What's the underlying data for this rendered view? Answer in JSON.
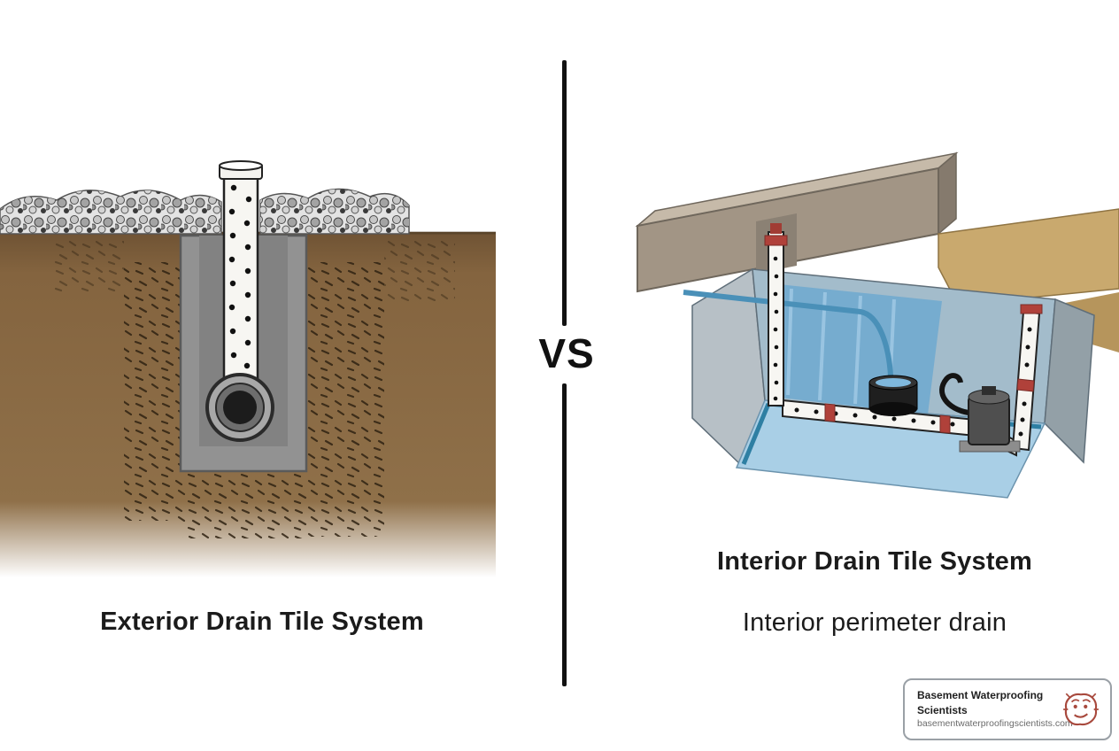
{
  "panels": {
    "left": {
      "caption": "Exterior Drain Tile System"
    },
    "divider": {
      "vs_label": "VS"
    },
    "right": {
      "title": "Interior Drain Tile System",
      "caption": "Interior perimeter drain"
    }
  },
  "badge": {
    "name": "Basement Waterproofing Scientists",
    "url": "basementwaterproofingscientists.com",
    "logo_icon": "scribble-face-logo"
  },
  "colors": {
    "soil_brown": "#8a6a46",
    "trench_gray": "#919191",
    "gravel_gray": "#b9b9b9",
    "water_blue": "#a9cfe6",
    "cascade_blue": "#6fa9d0",
    "pipe_white": "#f7f6f2",
    "coupling_red": "#b0413a",
    "concrete_tan": "#c9a96e",
    "beam_gray": "#a29585",
    "divider_black": "#121212",
    "badge_border": "#9aa0a6",
    "logo_red": "#a8493d"
  }
}
